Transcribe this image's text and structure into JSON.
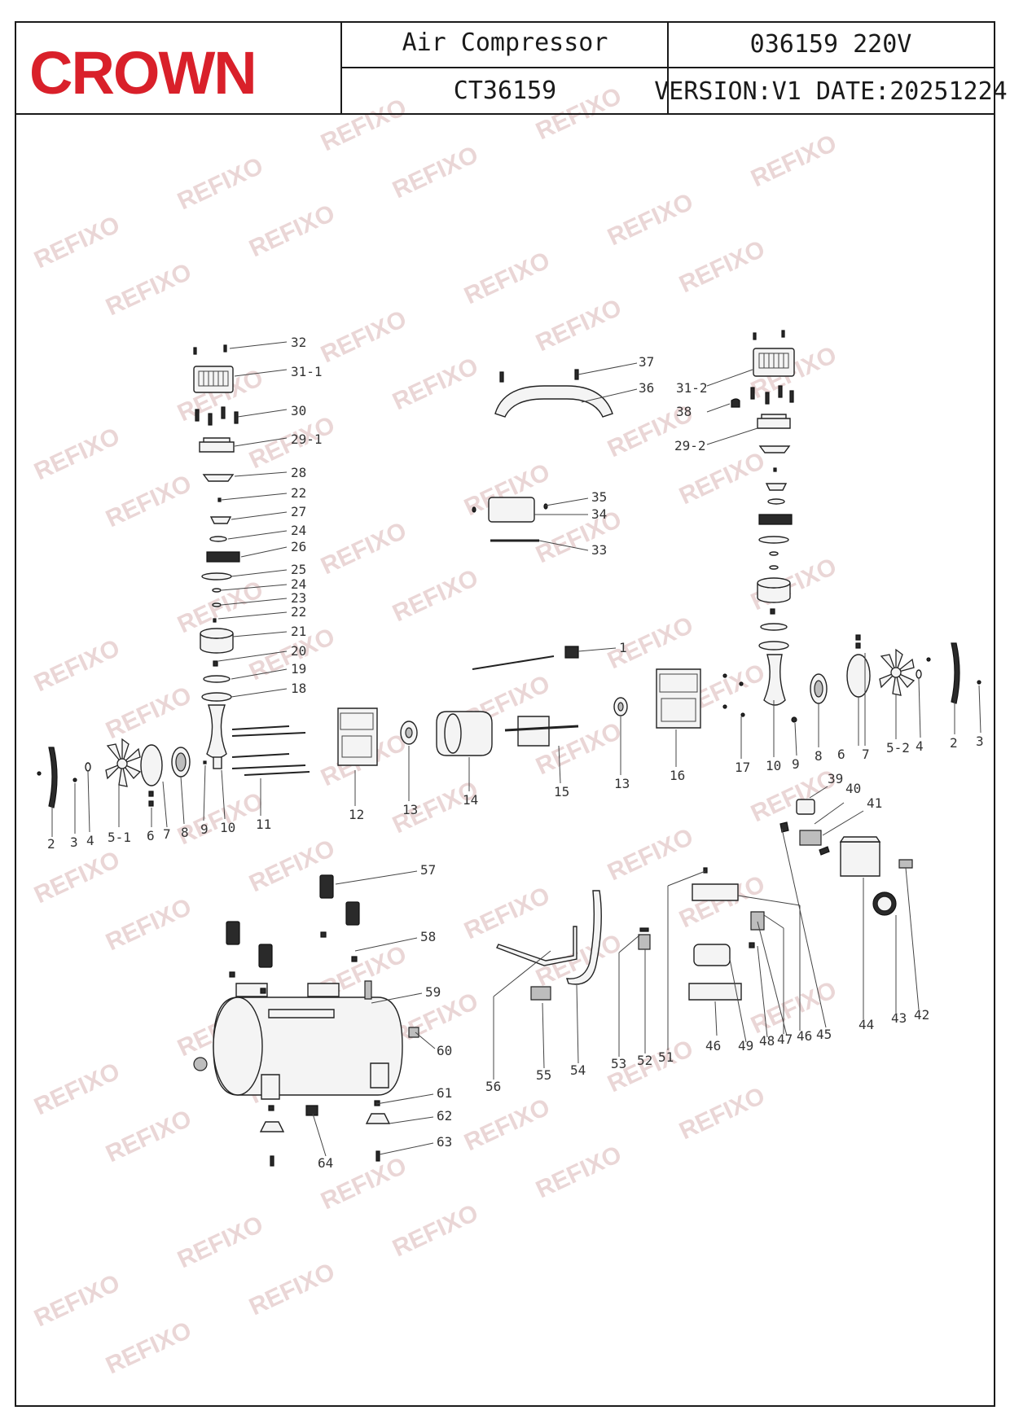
{
  "header": {
    "brand": "CROWN",
    "product_name": "Air  Compressor",
    "model": "CT36159",
    "code_voltage": "036159  220V",
    "version_date": "VERSION:V1  DATE:20251224"
  },
  "watermark": "REFIXO",
  "callouts": [
    "32",
    "31-1",
    "30",
    "29-1",
    "28",
    "22",
    "27",
    "24",
    "26",
    "25",
    "24",
    "23",
    "22",
    "21",
    "20",
    "19",
    "18",
    "37",
    "36",
    "35",
    "34",
    "33",
    "31-2",
    "38",
    "29-2",
    "1",
    "2",
    "3",
    "4",
    "5-1",
    "6",
    "7",
    "8",
    "9",
    "10",
    "11",
    "12",
    "13",
    "14",
    "15",
    "13",
    "16",
    "17",
    "10",
    "9",
    "8",
    "6",
    "7",
    "5-2",
    "4",
    "2",
    "3",
    "39",
    "40",
    "41",
    "57",
    "58",
    "59",
    "60",
    "61",
    "62",
    "63",
    "64",
    "56",
    "55",
    "54",
    "53",
    "52",
    "51",
    "46",
    "49",
    "48",
    "47",
    "46",
    "45",
    "44",
    "43",
    "42"
  ],
  "colors": {
    "brand": "#d9202a",
    "watermark": "#e3c9c9",
    "line": "#1a1a1a"
  }
}
